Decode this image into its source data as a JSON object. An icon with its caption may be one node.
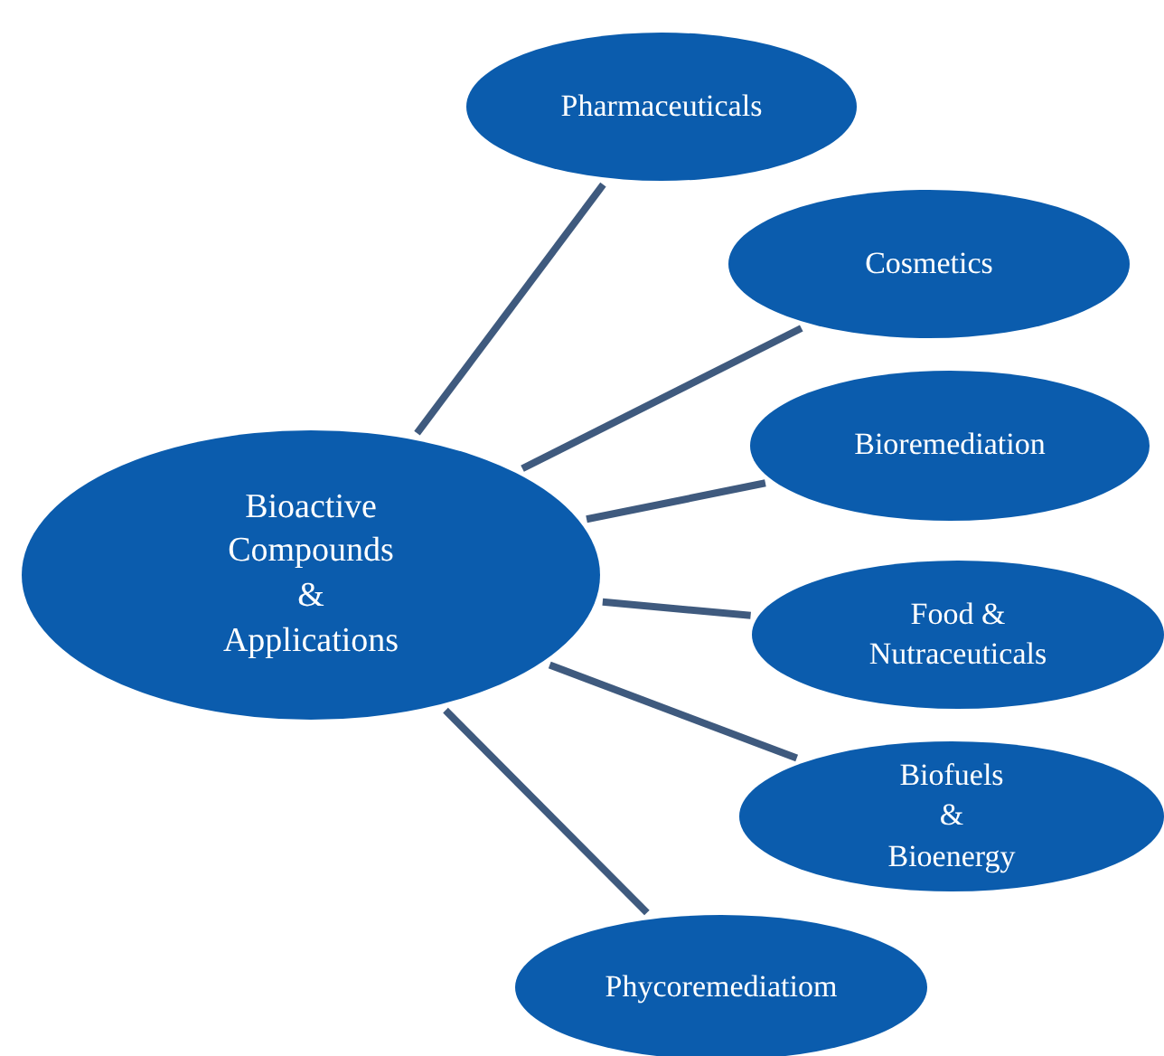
{
  "diagram": {
    "nodes": [
      {
        "text": [
          "Bioactive Compounds & Applications"
        ]
      },
      {
        "text": [
          "Pharmaceuticals"
        ]
      },
      {
        "text": [
          "Cosmetics"
        ]
      },
      {
        "text": [
          "Bioremediation"
        ]
      },
      {
        "text": [
          "Food & Nutraceuticals"
        ]
      },
      {
        "text": [
          "Biofuels & Bioenergy"
        ]
      },
      {
        "text": [
          "Phycoremediatiom"
        ]
      }
    ],
    "edges": [
      {
        "from": 0,
        "to": 1,
        "arrow": "none"
      },
      {
        "from": 0,
        "to": 2,
        "arrow": "none"
      },
      {
        "from": 0,
        "to": 3,
        "arrow": "none"
      },
      {
        "from": 0,
        "to": 4,
        "arrow": "none"
      },
      {
        "from": 0,
        "to": 5,
        "arrow": "none"
      },
      {
        "from": 0,
        "to": 6,
        "arrow": "none"
      }
    ]
  }
}
